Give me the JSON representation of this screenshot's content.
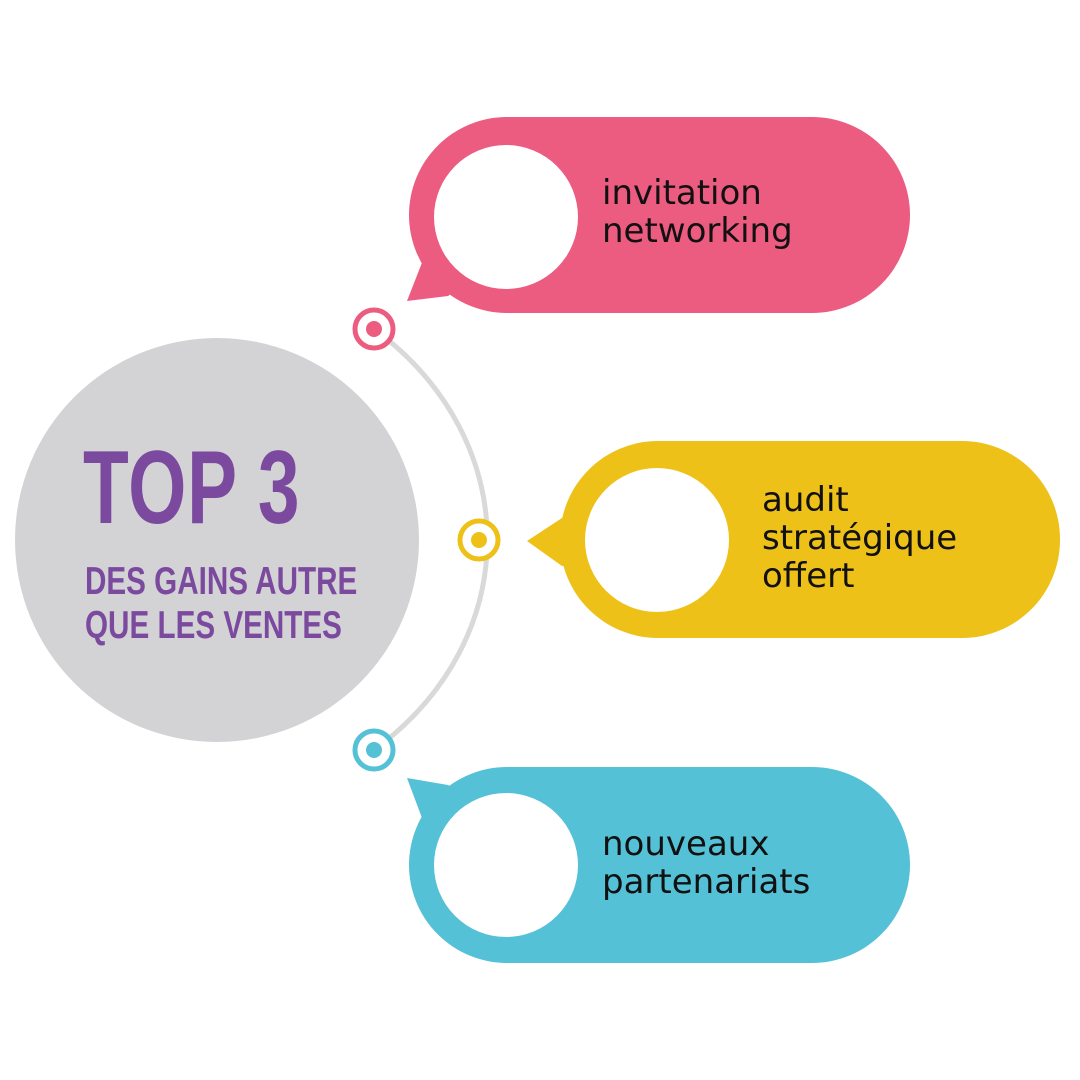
{
  "title": "TOP 3",
  "subtitle": {
    "line1": "DES GAINS AUTRE",
    "line2": "QUE LES VENTES"
  },
  "colors": {
    "purple": "#7b4a9f",
    "pink": "#ec5b80",
    "yellow": "#eec119",
    "blue": "#55c1d7",
    "gray": "#d3d3d5",
    "connector": "#d9d9d9"
  },
  "items": [
    {
      "lines": [
        "invitation",
        "networking"
      ],
      "color": "pink"
    },
    {
      "lines": [
        "audit",
        "stratégique",
        "offert"
      ],
      "color": "yellow"
    },
    {
      "lines": [
        "nouveaux",
        "partenariats"
      ],
      "color": "blue"
    }
  ]
}
